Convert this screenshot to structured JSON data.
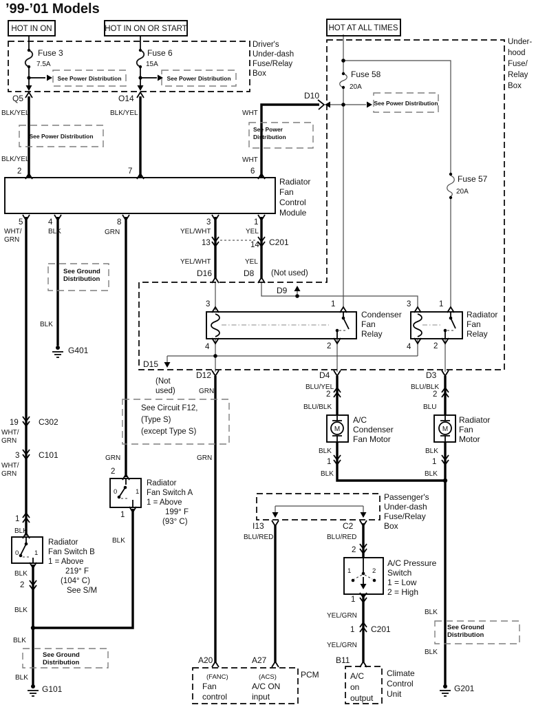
{
  "colors": {
    "background": "#ffffff",
    "ink": "#111111",
    "wire": "#000000",
    "note_dash": "#7d7d7d"
  },
  "t": {
    "title": "’99-’01 Models",
    "hot1": "HOT IN ON",
    "hot2": "HOT IN ON OR START",
    "hot3": "HOT AT ALL TIMES",
    "fuse3": "Fuse 3",
    "a75": "7.5A",
    "fuse6": "Fuse 6",
    "a15": "15A",
    "fuse58": "Fuse 58",
    "fuse57": "Fuse 57",
    "a20": "20A",
    "spd": "See Power Distribution",
    "sp1": "See Power",
    "sp2": "Distribution",
    "sg1": "See Ground",
    "sg2": "Distribution",
    "drv": [
      "Driver's",
      "Under-dash",
      "Fuse/Relay",
      "Box"
    ],
    "uh": [
      "Under-",
      "hood",
      "Fuse/",
      "Relay",
      "Box"
    ],
    "psgr": [
      "Passenger's",
      "Under-dash",
      "Fuse/Relay",
      "Box"
    ],
    "mod": [
      "Radiator",
      "Fan",
      "Control",
      "Module"
    ],
    "crly": [
      "Condenser",
      "Fan",
      "Relay"
    ],
    "rrly": [
      "Radiator",
      "Fan",
      "Relay"
    ],
    "acm": [
      "A/C",
      "Condenser",
      "Fan Motor"
    ],
    "rfm": [
      "Radiator",
      "Fan",
      "Motor"
    ],
    "swa": [
      "Radiator",
      "Fan Switch A",
      "1 =  Above",
      "199° F",
      "(93° C)"
    ],
    "swb": [
      "Radiator",
      "Fan Switch B",
      "1 =  Above",
      "219° F",
      "(104° C)",
      "See S/M"
    ],
    "f12": [
      "See Circuit F12,",
      "(Type S)",
      "(except Type S)"
    ],
    "prs": [
      "A/C Pressure",
      "Switch",
      "1 =  Low",
      "2 =  High"
    ],
    "clim": [
      "Climate",
      "Control",
      "Unit"
    ],
    "acout": [
      "A/C",
      "on",
      "output"
    ],
    "pcm": "PCM",
    "fanc": "(FANC)",
    "fan": "Fan",
    "control": "control",
    "acs": "(ACS)",
    "acon": "A/C ON",
    "input": "input",
    "notused": "(Not used)",
    "not": "(Not",
    "used": "used)",
    "m": "M",
    "q5": "Q5",
    "o14": "O14",
    "d10": "D10",
    "d16": "D16",
    "d8": "D8",
    "d9": "D9",
    "d15": "D15",
    "d12": "D12",
    "d4": "D4",
    "d3": "D3",
    "c201": "C201",
    "c302": "C302",
    "c101": "C101",
    "c2": "C2",
    "i13": "I13",
    "b11": "B11",
    "a20c": "A20",
    "a27": "A27",
    "g401": "G401",
    "g101": "G101",
    "g201": "G201",
    "blkyel": "BLK/YEL",
    "wht": "WHT",
    "whts": "WHT/",
    "grn": "GRN",
    "blk": "BLK",
    "yelwht": "YEL/WHT",
    "yel": "YEL",
    "bluyel": "BLU/YEL",
    "blublk": "BLU/BLK",
    "blu": "BLU",
    "blured": "BLU/RED",
    "yelgrn": "YEL/GRN",
    "n0": "0",
    "n1": "1",
    "n2": "2",
    "n3": "3",
    "n4": "4",
    "n5": "5",
    "n6": "6",
    "n7": "7",
    "n8": "8",
    "n13": "13",
    "n14": "14",
    "n19": "19"
  }
}
